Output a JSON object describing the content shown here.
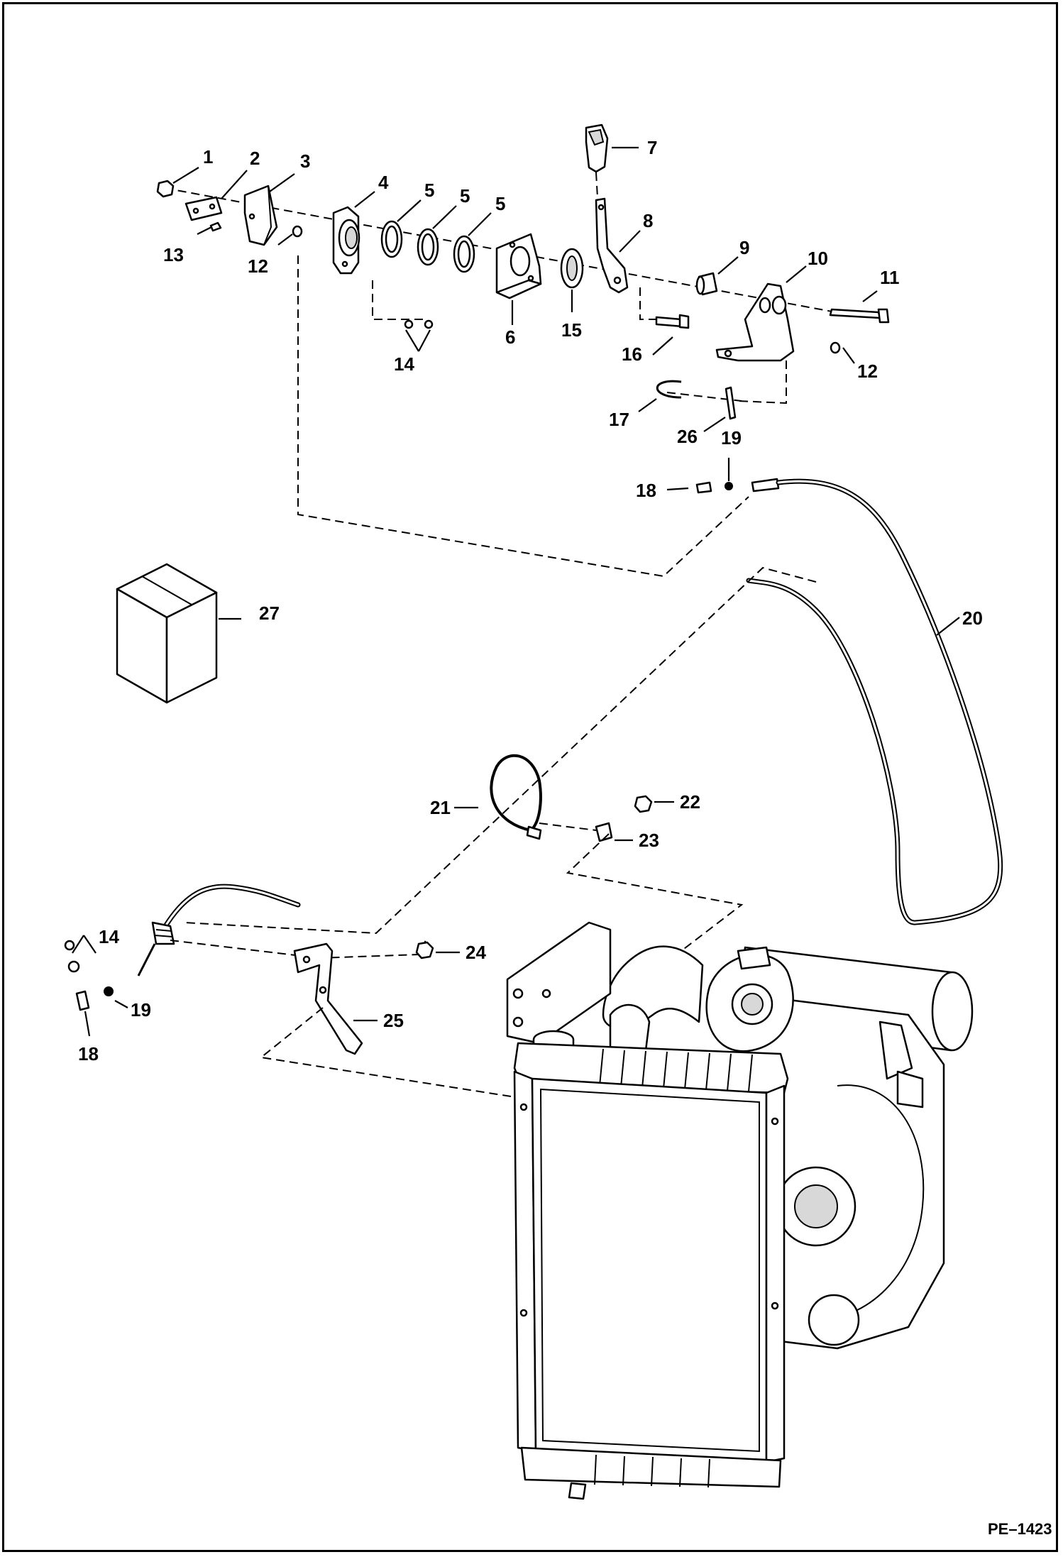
{
  "diagram": {
    "drawing_code": "PE–1423",
    "callouts": [
      {
        "id": "c1",
        "text": "1"
      },
      {
        "id": "c2",
        "text": "2"
      },
      {
        "id": "c3",
        "text": "3"
      },
      {
        "id": "c4",
        "text": "4"
      },
      {
        "id": "c5a",
        "text": "5"
      },
      {
        "id": "c5b",
        "text": "5"
      },
      {
        "id": "c5c",
        "text": "5"
      },
      {
        "id": "c6",
        "text": "6"
      },
      {
        "id": "c7",
        "text": "7"
      },
      {
        "id": "c8",
        "text": "8"
      },
      {
        "id": "c9",
        "text": "9"
      },
      {
        "id": "c10",
        "text": "10"
      },
      {
        "id": "c11",
        "text": "11"
      },
      {
        "id": "c12a",
        "text": "12"
      },
      {
        "id": "c12b",
        "text": "12"
      },
      {
        "id": "c13",
        "text": "13"
      },
      {
        "id": "c14a",
        "text": "14"
      },
      {
        "id": "c14b",
        "text": "14"
      },
      {
        "id": "c15",
        "text": "15"
      },
      {
        "id": "c16",
        "text": "16"
      },
      {
        "id": "c17",
        "text": "17"
      },
      {
        "id": "c18a",
        "text": "18"
      },
      {
        "id": "c18b",
        "text": "18"
      },
      {
        "id": "c19a",
        "text": "19"
      },
      {
        "id": "c19b",
        "text": "19"
      },
      {
        "id": "c20",
        "text": "20"
      },
      {
        "id": "c21",
        "text": "21"
      },
      {
        "id": "c22",
        "text": "22"
      },
      {
        "id": "c23",
        "text": "23"
      },
      {
        "id": "c24",
        "text": "24"
      },
      {
        "id": "c25",
        "text": "25"
      },
      {
        "id": "c26",
        "text": "26"
      },
      {
        "id": "c27",
        "text": "27"
      }
    ]
  }
}
